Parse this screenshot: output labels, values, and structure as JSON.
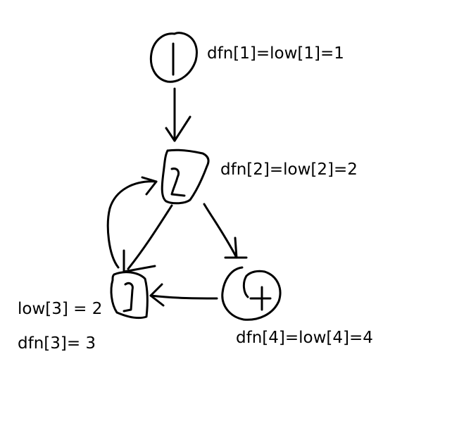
{
  "diagram": {
    "nodes": [
      {
        "id": "1",
        "annotation": "dfn[1]=low[1]=1"
      },
      {
        "id": "2",
        "annotation": "dfn[2]=low[2]=2"
      },
      {
        "id": "3",
        "annotation_low": "low[3] = 2",
        "annotation_dfn": "dfn[3]= 3"
      },
      {
        "id": "4",
        "annotation": "dfn[4]=low[4]=4"
      }
    ],
    "edges": [
      {
        "from": "1",
        "to": "2"
      },
      {
        "from": "2",
        "to": "4"
      },
      {
        "from": "4",
        "to": "3"
      },
      {
        "from": "2",
        "to": "3"
      },
      {
        "from": "3",
        "to": "2"
      }
    ]
  }
}
